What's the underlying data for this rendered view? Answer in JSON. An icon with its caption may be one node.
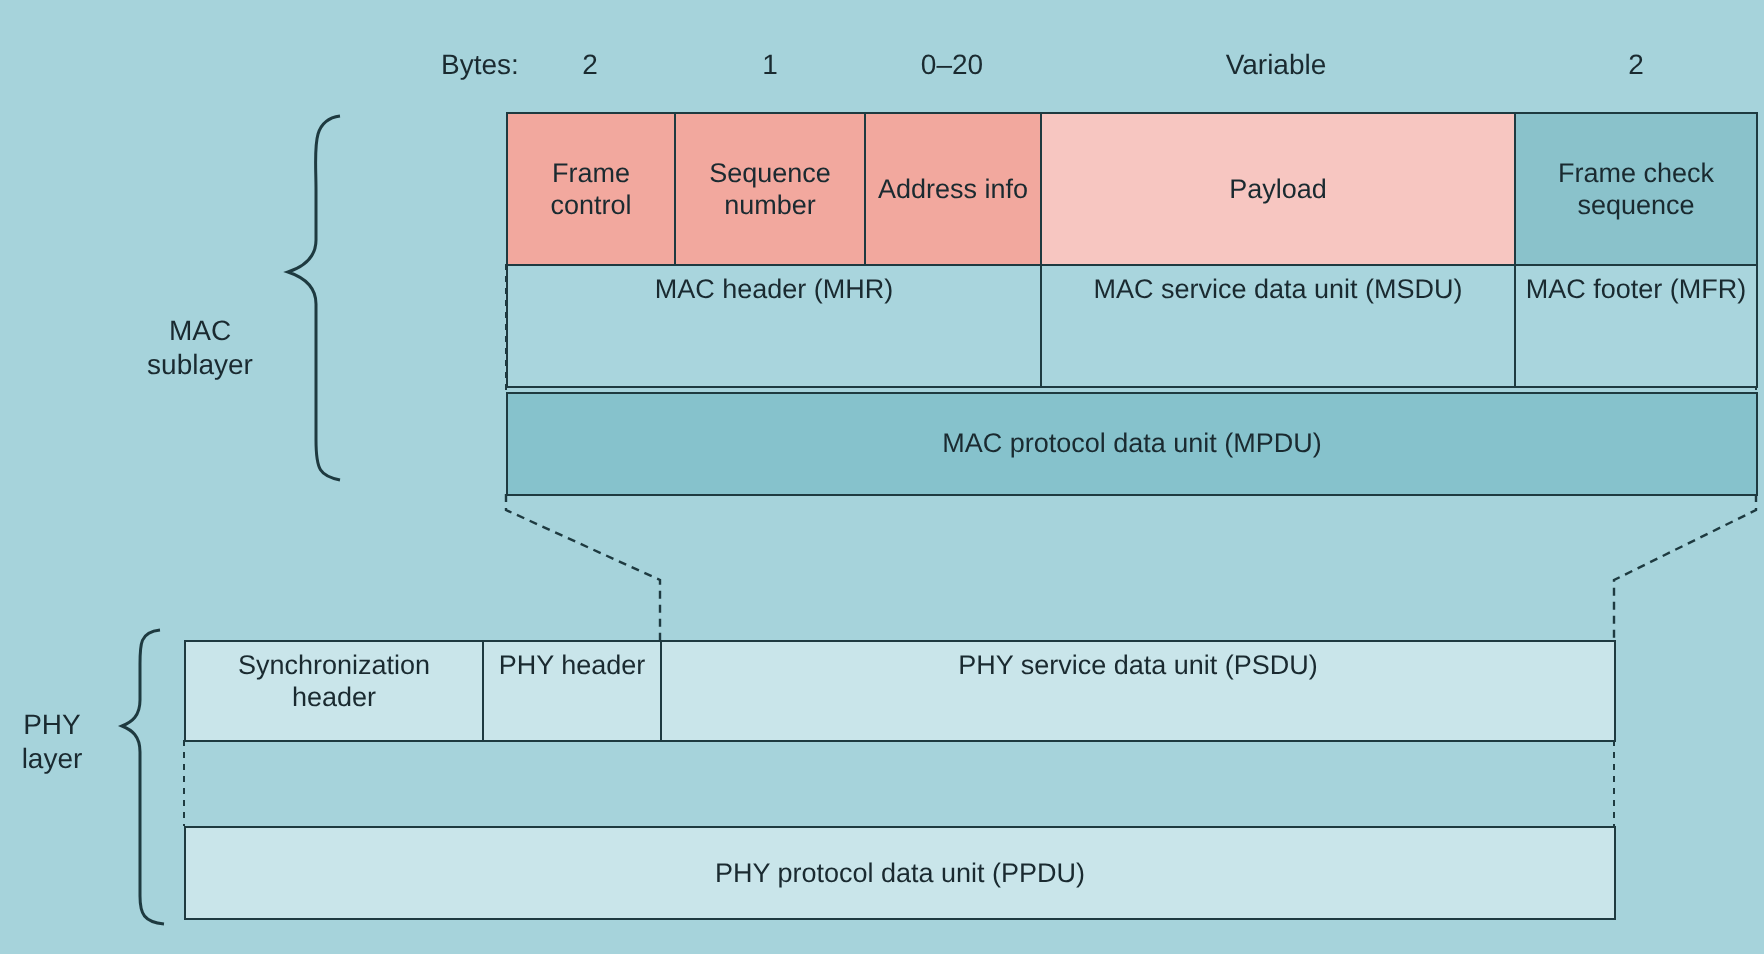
{
  "diagram": {
    "nodes": [
      {
        "text": [
          "Frame control"
        ]
      },
      {
        "text": [
          "Sequence number"
        ]
      },
      {
        "text": [
          "Address info"
        ]
      },
      {
        "text": [
          "Payload"
        ]
      },
      {
        "text": [
          "Frame check sequence"
        ]
      },
      {
        "text": [
          "MAC header (MHR)"
        ]
      },
      {
        "text": [
          "MAC service data unit (MSDU)"
        ]
      },
      {
        "text": [
          "MAC footer (MFR)"
        ]
      },
      {
        "text": [
          "MAC protocol data unit (MPDU)"
        ]
      },
      {
        "text": [
          "Synchronization header"
        ]
      },
      {
        "text": [
          "PHY header"
        ]
      },
      {
        "text": [
          "PHY service data unit (PSDU)"
        ]
      },
      {
        "text": [
          "PHY protocol data unit (PPDU)"
        ]
      }
    ],
    "edges": [
      {
        "from": 8,
        "to": 11,
        "arrow": "none",
        "style": "dashed"
      },
      {
        "from": 8,
        "to": 11,
        "arrow": "none",
        "style": "dashed"
      }
    ],
    "labels": [
      "Bytes:",
      "2",
      "1",
      "0–20",
      "Variable",
      "2",
      "MAC sublayer",
      "PHY layer"
    ]
  }
}
